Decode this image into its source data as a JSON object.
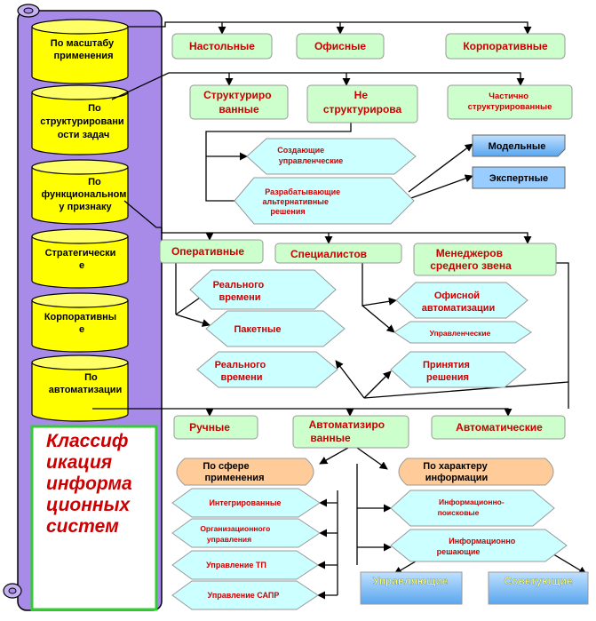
{
  "scroll": {
    "title_lines": [
      "Классиф",
      "икация",
      "информа",
      "ционных",
      "систем"
    ]
  },
  "criteria": [
    {
      "lines": [
        "По масштабу",
        "применения"
      ]
    },
    {
      "lines": [
        "По",
        "структурировани",
        "ости задач"
      ]
    },
    {
      "lines": [
        "По",
        "функциональном",
        "у признаку"
      ]
    },
    {
      "lines": [
        "Стратегически",
        "е"
      ]
    },
    {
      "lines": [
        "Корпоративны",
        "е"
      ]
    },
    {
      "lines": [
        "По",
        "автоматизации"
      ]
    }
  ],
  "scale": {
    "desktop": "Настольные",
    "office": "Офисные",
    "corporate": "Корпоративные"
  },
  "structure": {
    "structured": [
      "Структуриро",
      "ванные"
    ],
    "unstructured": [
      "Не",
      "структурирова"
    ],
    "partial": [
      "Частично",
      "структурированные"
    ],
    "creating": [
      "Создающие",
      "управленческие"
    ],
    "developing": [
      "Разрабатывающие",
      "альтернативные",
      "решения"
    ],
    "model": "Модельные",
    "expert": "Экспертные"
  },
  "functional": {
    "operational": "Оперативные",
    "specialists": "Специалистов",
    "middle": [
      "Менеджеров",
      "среднего звена"
    ],
    "realtime_1": [
      "Реального",
      "времени"
    ],
    "batch": "Пакетные",
    "office_auto": [
      "Офисной",
      "автоматизации"
    ],
    "managerial": "Управленческие",
    "realtime_2": [
      "Реального",
      "времени"
    ],
    "decision": [
      "Принятия",
      "решения"
    ]
  },
  "automation": {
    "manual": "Ручные",
    "automated": [
      "Автоматизиро",
      "ванные"
    ],
    "automatic": "Автоматические",
    "by_sphere": [
      "По сфере",
      "применения"
    ],
    "by_info": [
      "По характеру",
      "информации"
    ],
    "integrated": "Интегрированные",
    "org_management": [
      "Организационного",
      "управления"
    ],
    "tp_management": "Управление ТП",
    "sapr_management": "Управление САПР",
    "info_search": [
      "Информационно-",
      "поисковые"
    ],
    "info_solving": [
      "Информационно",
      "решающие"
    ],
    "controlling": "Управляющие",
    "advising": "Советующие"
  }
}
